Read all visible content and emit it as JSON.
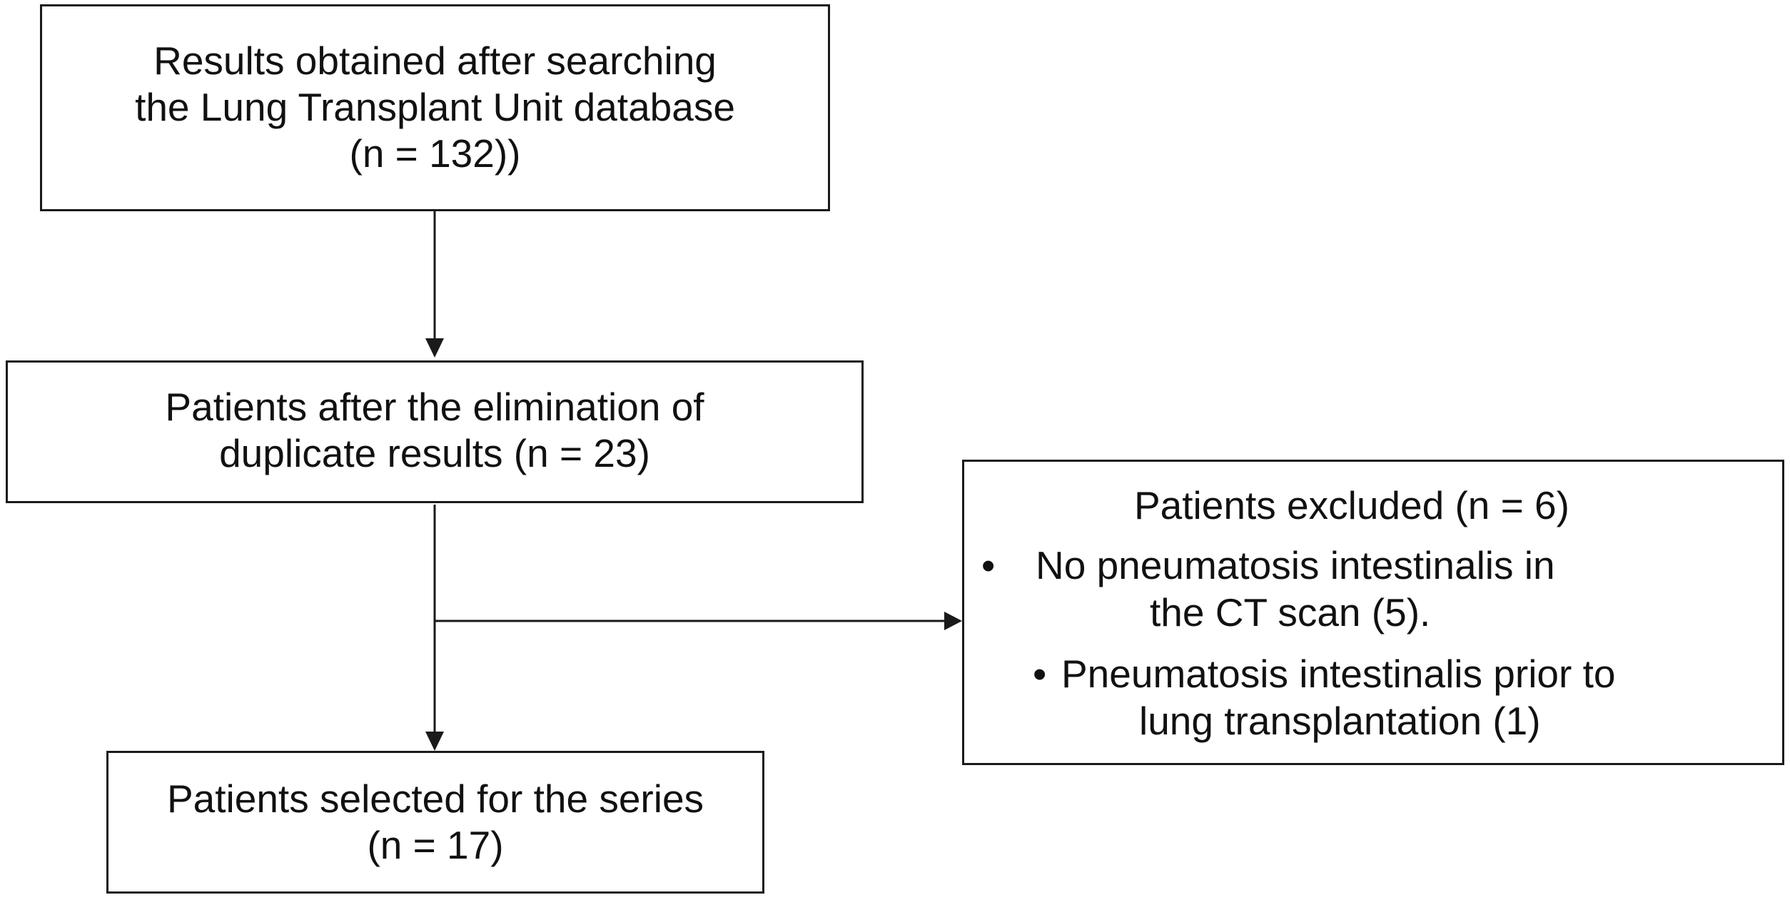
{
  "flowchart": {
    "search_box": {
      "line1": "Results obtained after searching",
      "line2": "the Lung Transplant Unit database",
      "line3": "(n = 132))"
    },
    "dedup_box": {
      "line1": "Patients after the elimination of",
      "line2": "duplicate results (n = 23)"
    },
    "selected_box": {
      "line1": "Patients selected for the series",
      "line2": "(n = 17)"
    },
    "excluded_box": {
      "title": "Patients excluded (n = 6)",
      "bullet_symbol": "•",
      "reason1_line1": "No pneumatosis intestinalis in",
      "reason1_line2": "the CT scan (5).",
      "reason2_line1": "Pneumatosis intestinalis prior to",
      "reason2_line2": "lung transplantation (1)"
    }
  }
}
